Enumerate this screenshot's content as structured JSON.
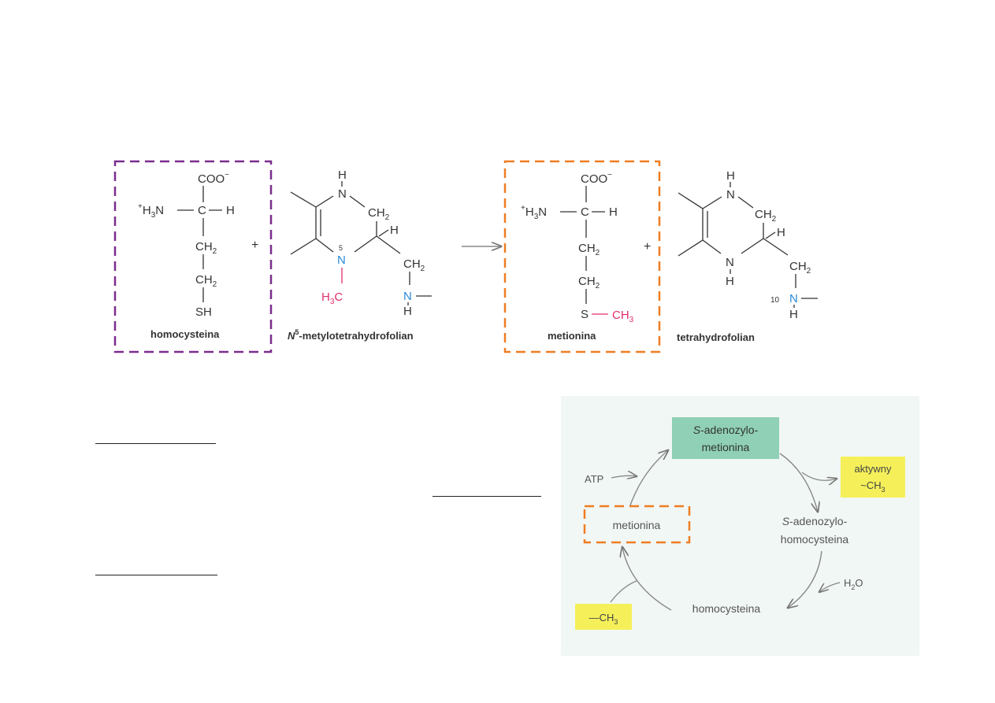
{
  "reaction": {
    "homocysteine": {
      "carboxyl": "COO",
      "carboxyl_charge": "−",
      "amine_plus": "+",
      "amine": "H",
      "amine_sub": "3",
      "amine_n": "N",
      "alpha_c": "C",
      "alpha_h": "H",
      "ch2a": "CH",
      "ch2a_sub": "2",
      "ch2b": "CH",
      "ch2b_sub": "2",
      "sh": "SH",
      "label": "homocysteina"
    },
    "plus1": "+",
    "methyl_thf": {
      "h_top": "H",
      "n_top": "N",
      "ch2": "CH",
      "ch2_sub": "2",
      "h_right": "H",
      "n5_num": "5",
      "n5": "N",
      "h3c_h": "H",
      "h3c_sub": "3",
      "h3c_c": "C",
      "ch2_side": "CH",
      "ch2_side_sub": "2",
      "n_side": "N",
      "h_side": "H",
      "label_n": "N",
      "label_sup": "5",
      "label_rest": "-metylotetrahydrofolian"
    },
    "methionine": {
      "carboxyl": "COO",
      "carboxyl_charge": "−",
      "amine_plus": "+",
      "amine": "H",
      "amine_sub": "3",
      "amine_n": "N",
      "alpha_c": "C",
      "alpha_h": "H",
      "ch2a": "CH",
      "ch2a_sub": "2",
      "ch2b": "CH",
      "ch2b_sub": "2",
      "s": "S",
      "ch3": "CH",
      "ch3_sub": "3",
      "label": "metionina"
    },
    "plus2": "+",
    "thf": {
      "h_top": "H",
      "n_top": "N",
      "ch2": "CH",
      "ch2_sub": "2",
      "h_right": "H",
      "n_bottom": "N",
      "h_bottom": "H",
      "ch2_side": "CH",
      "ch2_side_sub": "2",
      "n10_num": "10",
      "n_side": "N",
      "h_side": "H",
      "label": "tetrahydrofolian"
    }
  },
  "cycle": {
    "sam_line1_italic": "S",
    "sam_line1_rest": "-adenozylo-",
    "sam_line2": "metionina",
    "atp": "ATP",
    "active_line1": "aktywny",
    "active_line2": "~CH",
    "active_sub": "3",
    "methionine": "metionina",
    "sah_line1_italic": "S",
    "sah_line1_rest": "-adenozylo-",
    "sah_line2": "homocysteina",
    "water": "H",
    "water_sub": "2",
    "water_o": "O",
    "homocysteine": "homocysteina",
    "methyl_in": "—CH",
    "methyl_in_sub": "3"
  },
  "colors": {
    "purple_box": "#7b2d8e",
    "orange_box": "#ef7d22",
    "pink": "#e0306c",
    "blue": "#2a8ad8",
    "sam_teal": "#8fd0b6",
    "highlight_yellow": "#f5f05a"
  }
}
